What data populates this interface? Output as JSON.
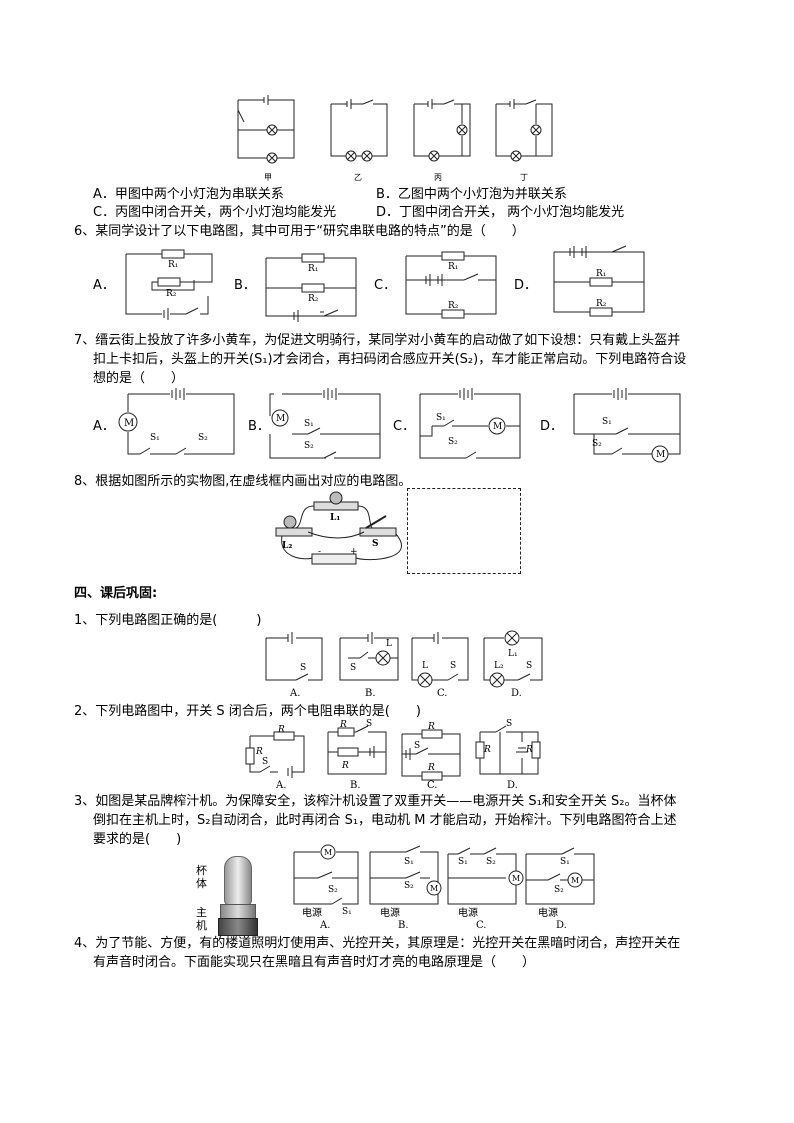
{
  "q5": {
    "fig_labels": [
      "甲",
      "乙",
      "丙",
      "丁"
    ],
    "optA": "A．甲图中两个小灯泡为串联关系",
    "optB": "B．乙图中两个小灯泡为并联关系",
    "optC": "C．丙图中闭合开关，两个小灯泡均能发光",
    "optD": "D．丁图中闭合开关， 两个小灯泡均能发光"
  },
  "q6": {
    "stem": "6、某同学设计了以下电路图，其中可用于“研究串联电路的特点”的是（　　）",
    "opts": [
      "A．",
      "B．",
      "C．",
      "D．"
    ]
  },
  "q7": {
    "line1": "7、缙云街上投放了许多小黄车，为促进文明骑行，某同学对小黄车的启动做了如下设想：只有戴上头盔并",
    "line2": "扣上卡扣后，头盔上的开关(S₁)才会闭合，再扫码闭合感应开关(S₂)，车才能正常启动。下列电路符合设",
    "line3": "想的是（　　）",
    "opts": [
      "A．",
      "B．",
      "C．",
      "D．"
    ]
  },
  "q8": {
    "stem": "8、根据如图所示的实物图,在虚线框内画出对应的电路图。",
    "labels": [
      "L₁",
      "L₂",
      "S"
    ]
  },
  "section4": {
    "title": "四、课后巩固:",
    "q1": {
      "stem": "1、下列电路图正确的是(　　　)",
      "caps": [
        "A.",
        "B.",
        "C.",
        "D."
      ]
    },
    "q2": {
      "stem": "2、下列电路图中，开关 S 闭合后，两个电阻串联的是(　　)",
      "caps": [
        "A.",
        "B.",
        "C.",
        "D."
      ]
    },
    "q3": {
      "line1": "3、如图是某品牌榨汁机。为保障安全，该榨汁机设置了双重开关——电源开关 S₁和安全开关 S₂。当杯体",
      "line2": "倒扣在主机上时，S₂自动闭合，此时再闭合 S₁，电动机 M 才能启动，开始榨汁。下列电路图符合上述",
      "line3": "要求的是(　　)",
      "photo_labels": [
        "杯体",
        "主机"
      ],
      "power_label": "电源",
      "caps": [
        "A.",
        "B.",
        "C.",
        "D."
      ]
    },
    "q4": {
      "line1": "4、为了节能、方便，有的楼道照明灯使用声、光控开关，其原理是：光控开关在黑暗时闭合，声控开关在",
      "line2": "有声音时闭合。下面能实现只在黑暗且有声音时灯才亮的电路原理是（　　）"
    }
  }
}
